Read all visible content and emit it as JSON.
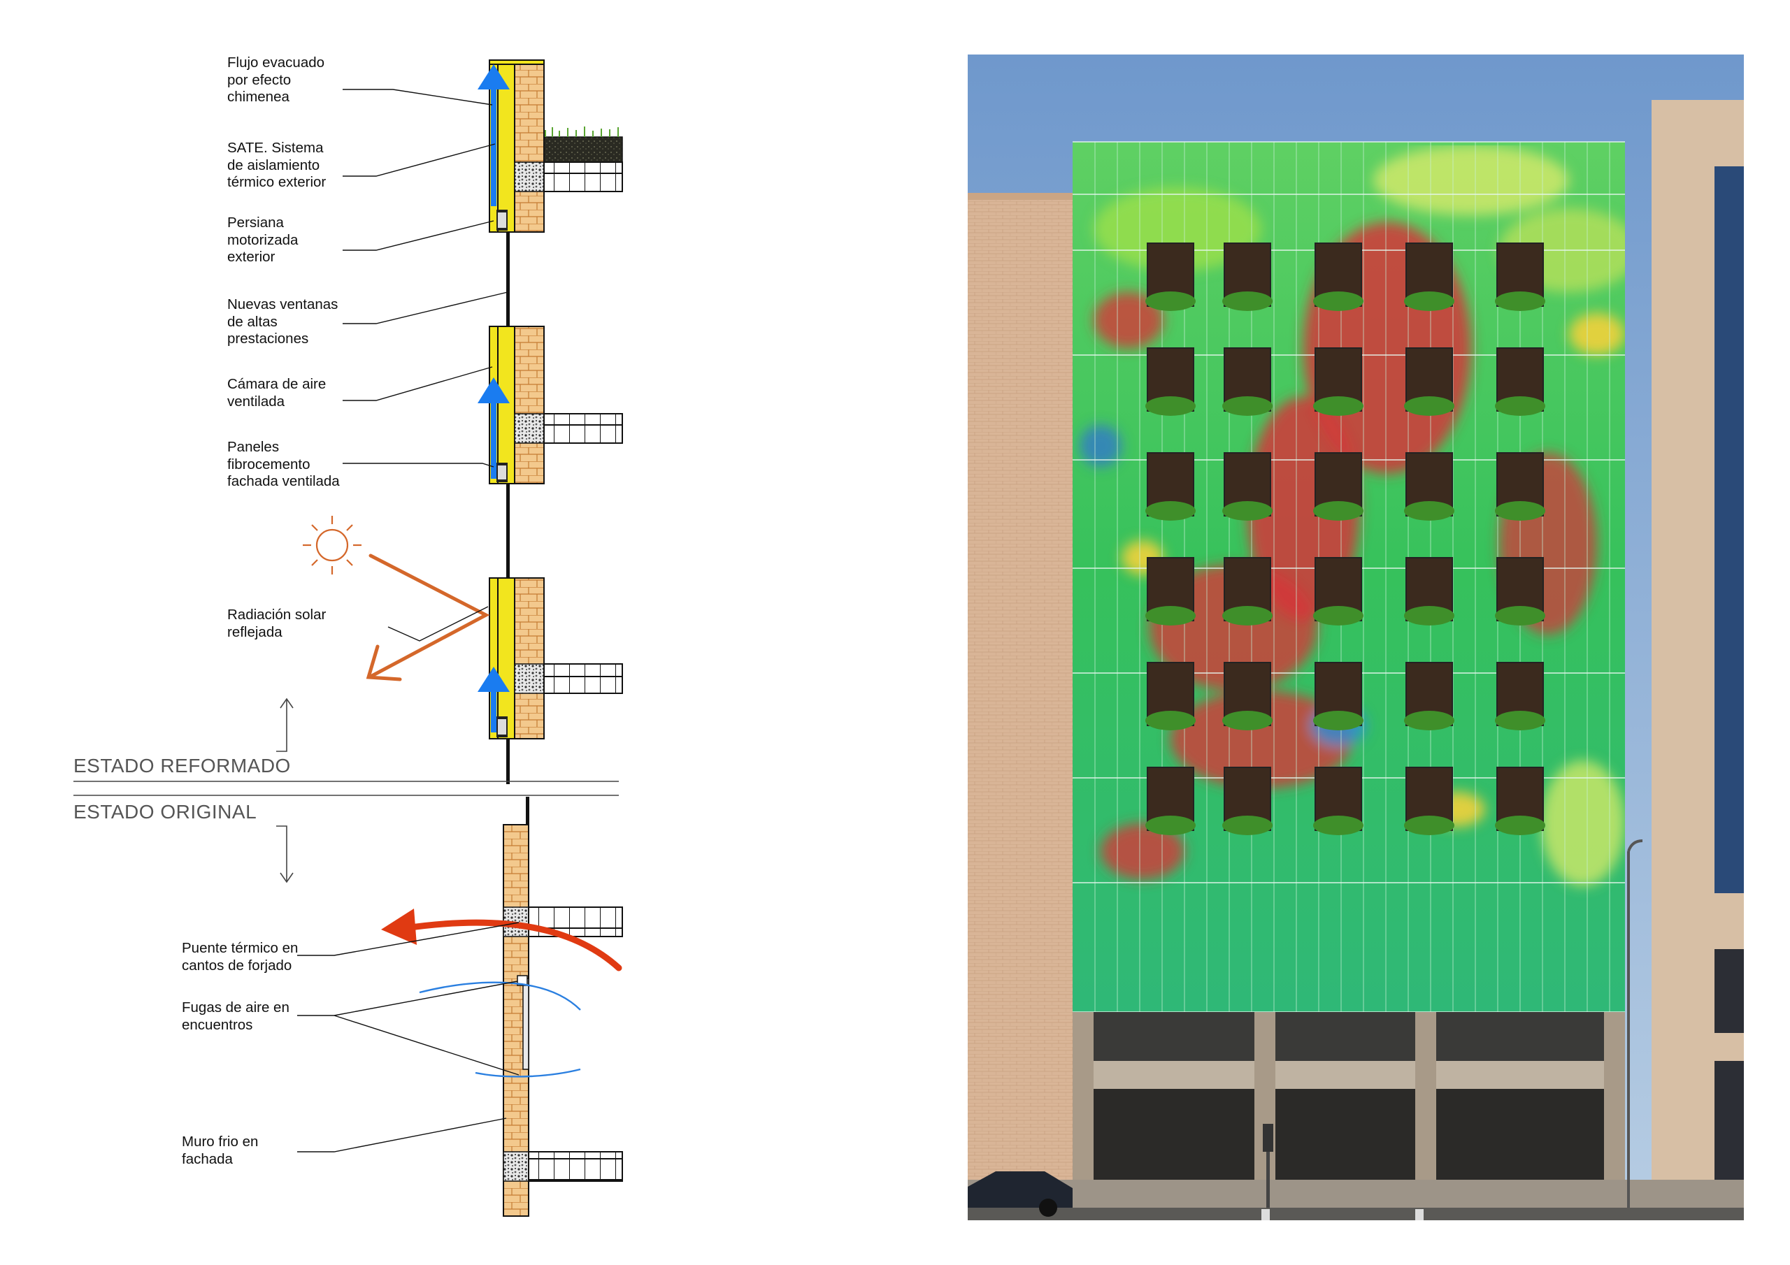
{
  "section": {
    "labels": {
      "flujo": [
        "Flujo evacuado",
        "por efecto",
        "chimenea"
      ],
      "sate": [
        "SATE. Sistema",
        "de aislamiento",
        "térmico exterior"
      ],
      "persiana": [
        "Persiana",
        "motorizada",
        "exterior"
      ],
      "ventanas": [
        "Nuevas ventanas",
        "de altas",
        "prestaciones"
      ],
      "camara": [
        "Cámara de aire",
        "ventilada"
      ],
      "paneles": [
        "Paneles",
        "fibrocemento",
        "fachada ventilada"
      ],
      "radiacion": [
        "Radiación solar",
        "reflejada"
      ],
      "puente": [
        "Puente térmico en",
        "cantos de forjado"
      ],
      "fugas": [
        "Fugas de aire en",
        "encuentros"
      ],
      "muro": [
        "Muro frio en",
        "fachada"
      ]
    },
    "states": {
      "reformado": "ESTADO REFORMADO",
      "original": "ESTADO ORIGINAL"
    },
    "colors": {
      "insulation": "#f2e51e",
      "brick": "#f3c98d",
      "airflow_arrow": "#1a7cf0",
      "solar": "#d4672a",
      "thermal_bridge": "#e03a12",
      "air_leak": "#2a7fe0"
    }
  },
  "photo": {
    "description_icon": "building-facade-photo",
    "colors": {
      "sky": "#8fb1d6",
      "facade_green": "#3fc45a",
      "accent_red": "#d4373a",
      "brick_building": "#d8b392",
      "stone": "#b9ab98"
    }
  }
}
